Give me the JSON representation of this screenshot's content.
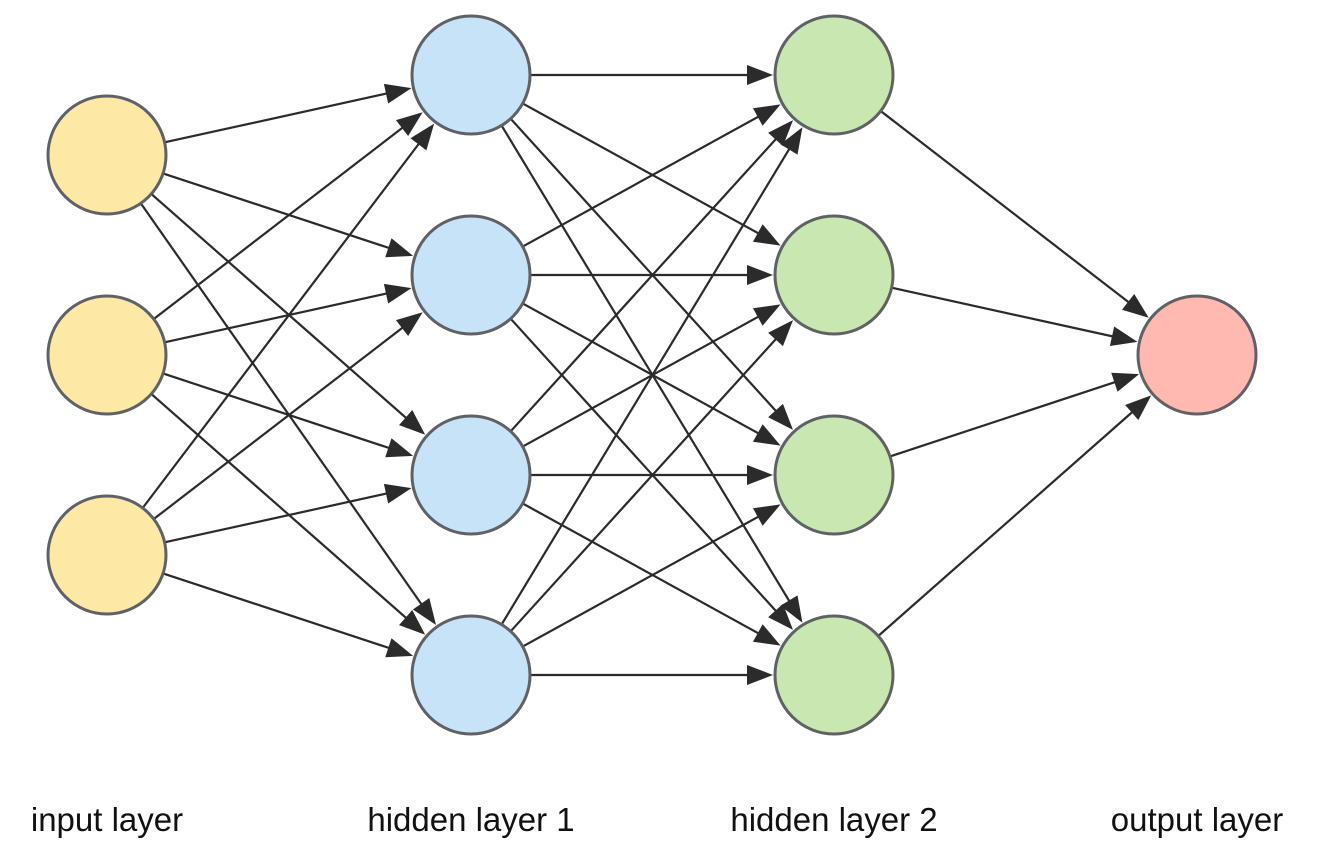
{
  "layers": [
    {
      "label": "input layer",
      "node_count": 3,
      "color": "#fde8a5"
    },
    {
      "label": "hidden layer 1",
      "node_count": 4,
      "color": "#c6e3f7"
    },
    {
      "label": "hidden layer 2",
      "node_count": 4,
      "color": "#c9e7b0"
    },
    {
      "label": "output layer",
      "node_count": 1,
      "color": "#ffb9b0"
    }
  ],
  "colors": {
    "edge": "#2b2b2b",
    "node_border": "#5f6166"
  }
}
